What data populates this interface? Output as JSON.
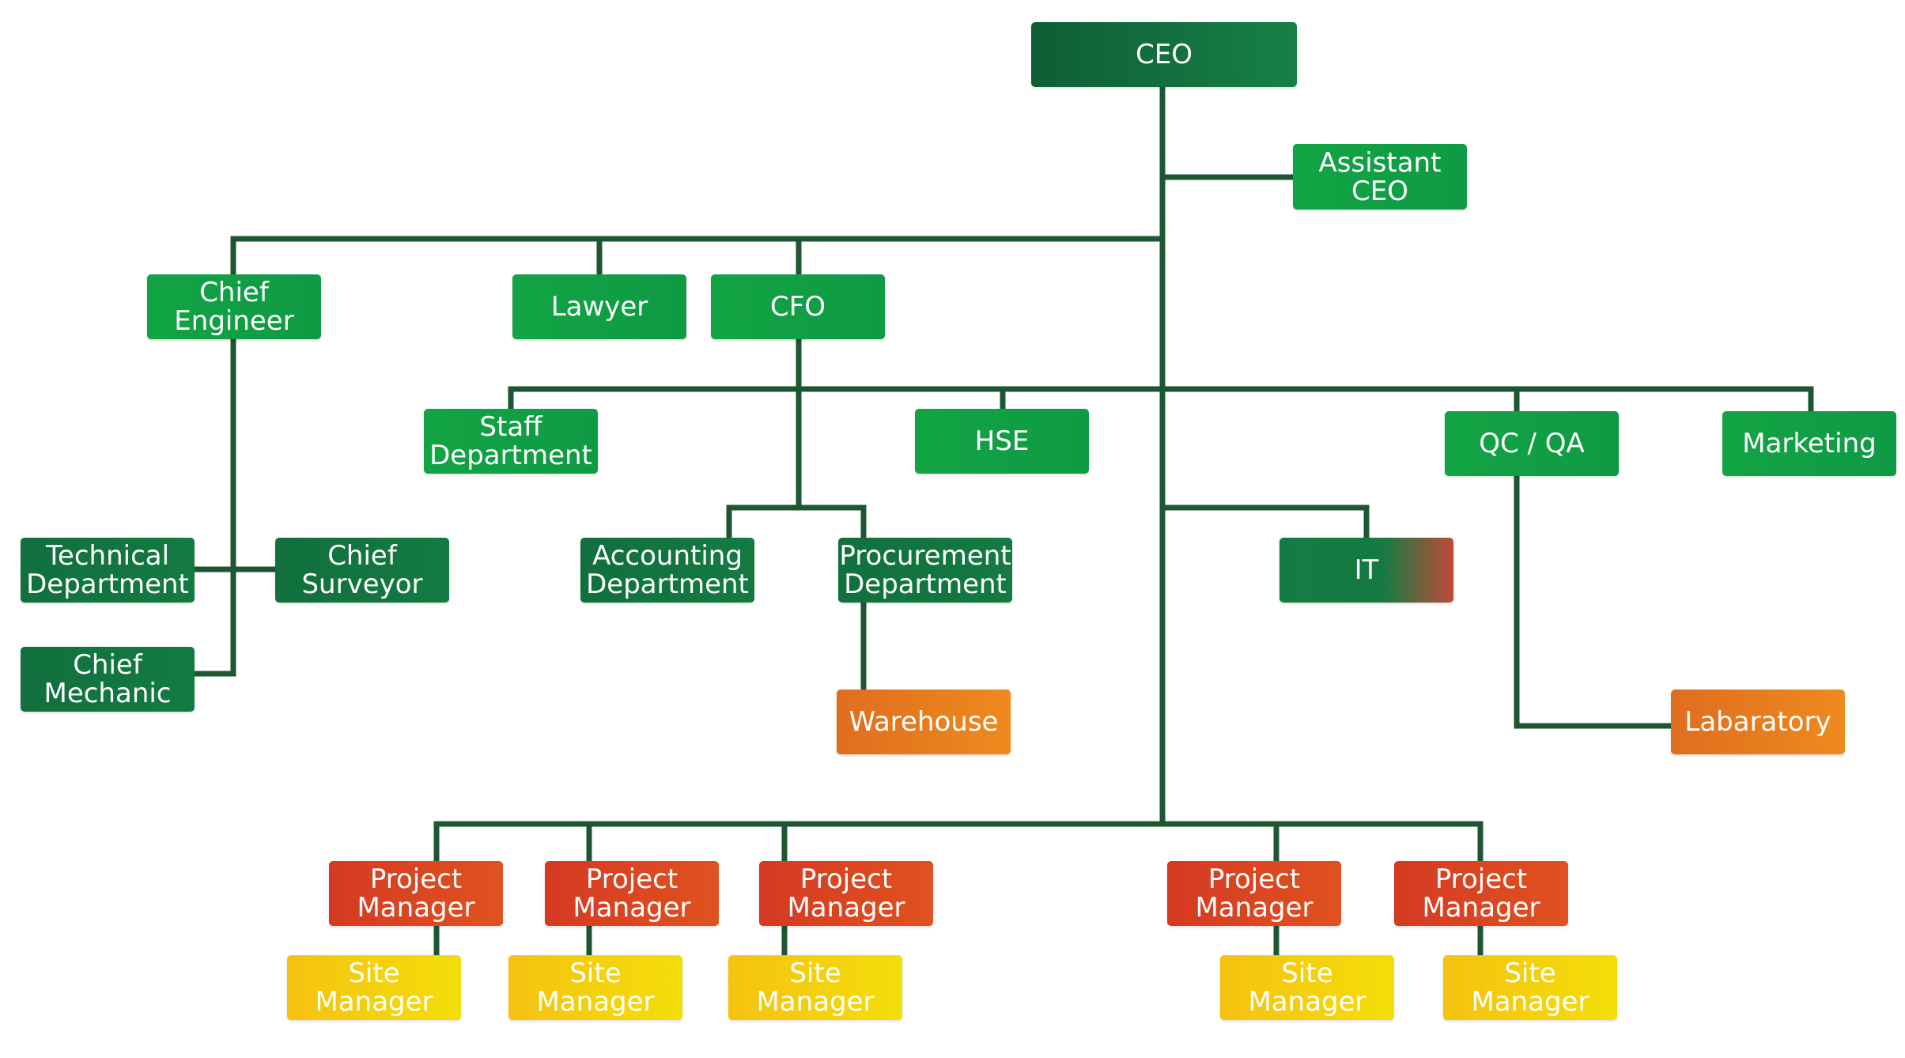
{
  "org_chart": {
    "ceo": "CEO",
    "assistant_ceo": "Assistant\nCEO",
    "chief_engineer": "Chief\nEngineer",
    "lawyer": "Lawyer",
    "cfo": "CFO",
    "staff_department": "Staff\nDepartment",
    "hse": "HSE",
    "qc_qa": "QC / QA",
    "marketing": "Marketing",
    "technical_department": "Technical\nDepartment",
    "chief_surveyor": "Chief\nSurveyor",
    "chief_mechanic": "Chief\nMechanic",
    "accounting_department": "Accounting\nDepartment",
    "procurement_department": "Procurement\nDepartment",
    "it": "IT",
    "warehouse": "Warehouse",
    "laboratory": "Labaratory",
    "project_managers": [
      "Project\nManager",
      "Project\nManager",
      "Project\nManager",
      "Project\nManager",
      "Project\nManager"
    ],
    "site_managers": [
      "Site\nManager",
      "Site\nManager",
      "Site\nManager",
      "Site\nManager",
      "Site\nManager"
    ]
  },
  "colors": {
    "connector": "#1e5631",
    "executive": "#0f5e36",
    "department": "#12a444",
    "sub_department": "#11703d",
    "support_unit": "#e06d1f",
    "project_manager": "#d43a22",
    "site_manager": "#f5c210"
  }
}
